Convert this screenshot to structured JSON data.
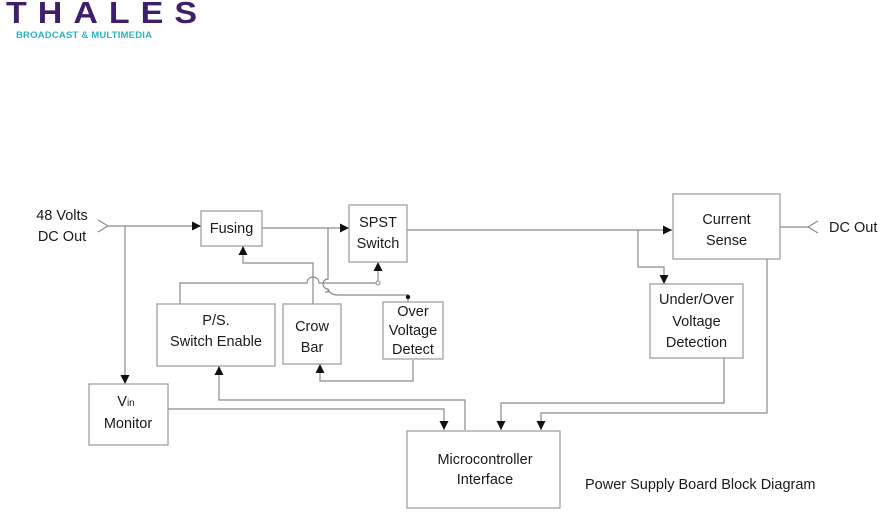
{
  "logo": {
    "brand": "THALES",
    "subtitle": "BROADCAST & MULTIMEDIA",
    "colors": {
      "brand": "#3f1f6b",
      "subtitle": "#2bb3c7"
    }
  },
  "diagram": {
    "caption": "Power Supply Board Block Diagram",
    "input": {
      "line1": "48 Volts",
      "line2": "DC Out"
    },
    "output": {
      "label": "DC Out"
    },
    "blocks": {
      "fusing": {
        "line1": "Fusing"
      },
      "spst": {
        "line1": "SPST",
        "line2": "Switch"
      },
      "current_sense": {
        "line1": "Current",
        "line2": "Sense"
      },
      "ps_enable": {
        "line1": "P/S.",
        "line2": "Switch Enable"
      },
      "crowbar": {
        "line1": "Crow",
        "line2": "Bar"
      },
      "ovd": {
        "line1": "Over",
        "line2": "Voltage",
        "line3": "Detect"
      },
      "uovd": {
        "line1": "Under/Over",
        "line2": "Voltage",
        "line3": "Detection"
      },
      "vin": {
        "line1_main": "V",
        "line1_sub": "in",
        "line2": "Monitor"
      },
      "micro": {
        "line1": "Microcontroller",
        "line2": "Interface"
      }
    },
    "connections": [
      {
        "from": "48V input",
        "to": "fusing"
      },
      {
        "from": "48V input",
        "to": "vin"
      },
      {
        "from": "fusing",
        "to": "spst"
      },
      {
        "from": "spst",
        "to": "current_sense"
      },
      {
        "from": "spst output",
        "to": "uovd"
      },
      {
        "from": "current_sense",
        "to": "DC Out"
      },
      {
        "from": "current_sense",
        "to": "micro"
      },
      {
        "from": "uovd",
        "to": "micro"
      },
      {
        "from": "vin",
        "to": "micro"
      },
      {
        "from": "micro",
        "to": "ps_enable"
      },
      {
        "from": "ps_enable",
        "to": "spst"
      },
      {
        "from": "crowbar",
        "to": "fusing"
      },
      {
        "from": "fusing output",
        "to": "ovd"
      },
      {
        "from": "ovd",
        "to": "crowbar"
      }
    ]
  }
}
